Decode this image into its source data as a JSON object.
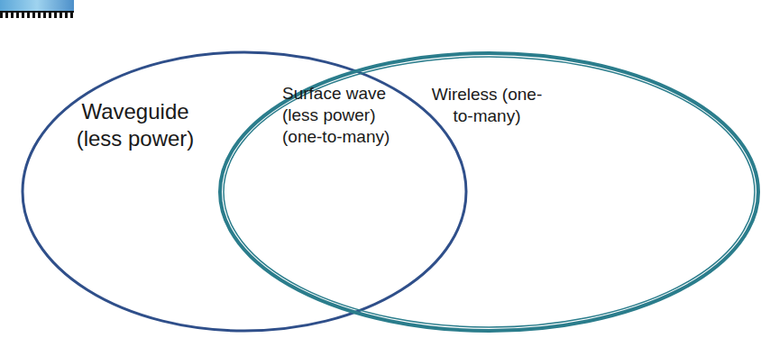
{
  "diagram": {
    "nodes": [
      {
        "text": [
          "Waveguide (less power)"
        ]
      },
      {
        "text": [
          "Wireless (one-to-many)"
        ]
      }
    ],
    "labels": [
      "Surface wave (less power) (one-to-many)"
    ]
  }
}
